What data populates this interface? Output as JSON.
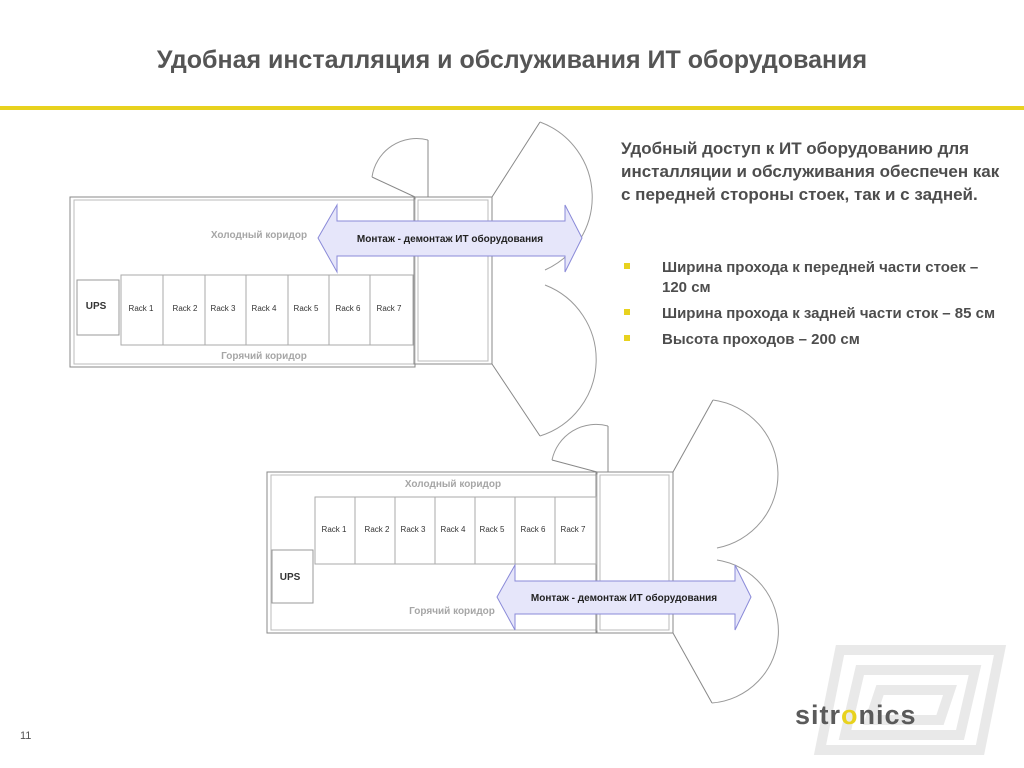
{
  "title": "Удобная инсталляция и обслуживания ИТ оборудования",
  "lead": "Удобный доступ к ИТ оборудованию для инсталляции и обслуживания обеспечен как с передней стороны стоек, так и с задней.",
  "bullets": [
    "Ширина прохода к передней части стоек – 120 см",
    "Ширина прохода к задней части сток – 85 см",
    "Высота проходов – 200 см"
  ],
  "diagram_top": {
    "cold_aisle": "Холодный коридор",
    "hot_aisle": "Горячий коридор",
    "ups": "UPS",
    "racks": [
      "Rack 1",
      "Rack 2",
      "Rack 3",
      "Rack 4",
      "Rack 5",
      "Rack 6",
      "Rack 7"
    ],
    "arrow_label": "Монтаж - демонтаж ИТ оборудования"
  },
  "diagram_bottom": {
    "cold_aisle": "Холодный коридор",
    "hot_aisle": "Горячий коридор",
    "ups": "UPS",
    "racks": [
      "Rack 1",
      "Rack 2",
      "Rack 3",
      "Rack 4",
      "Rack 5",
      "Rack 6",
      "Rack 7"
    ],
    "arrow_label": "Монтаж - демонтаж ИТ оборудования"
  },
  "page_number": "11",
  "logo": {
    "part1": "sitr",
    "part2": "o",
    "part3": "nics"
  },
  "colors": {
    "accent": "#e8d21e",
    "arrow_fill": "#e6e6fa",
    "arrow_stroke": "#8a8ad8",
    "text": "#4d4d4d"
  }
}
